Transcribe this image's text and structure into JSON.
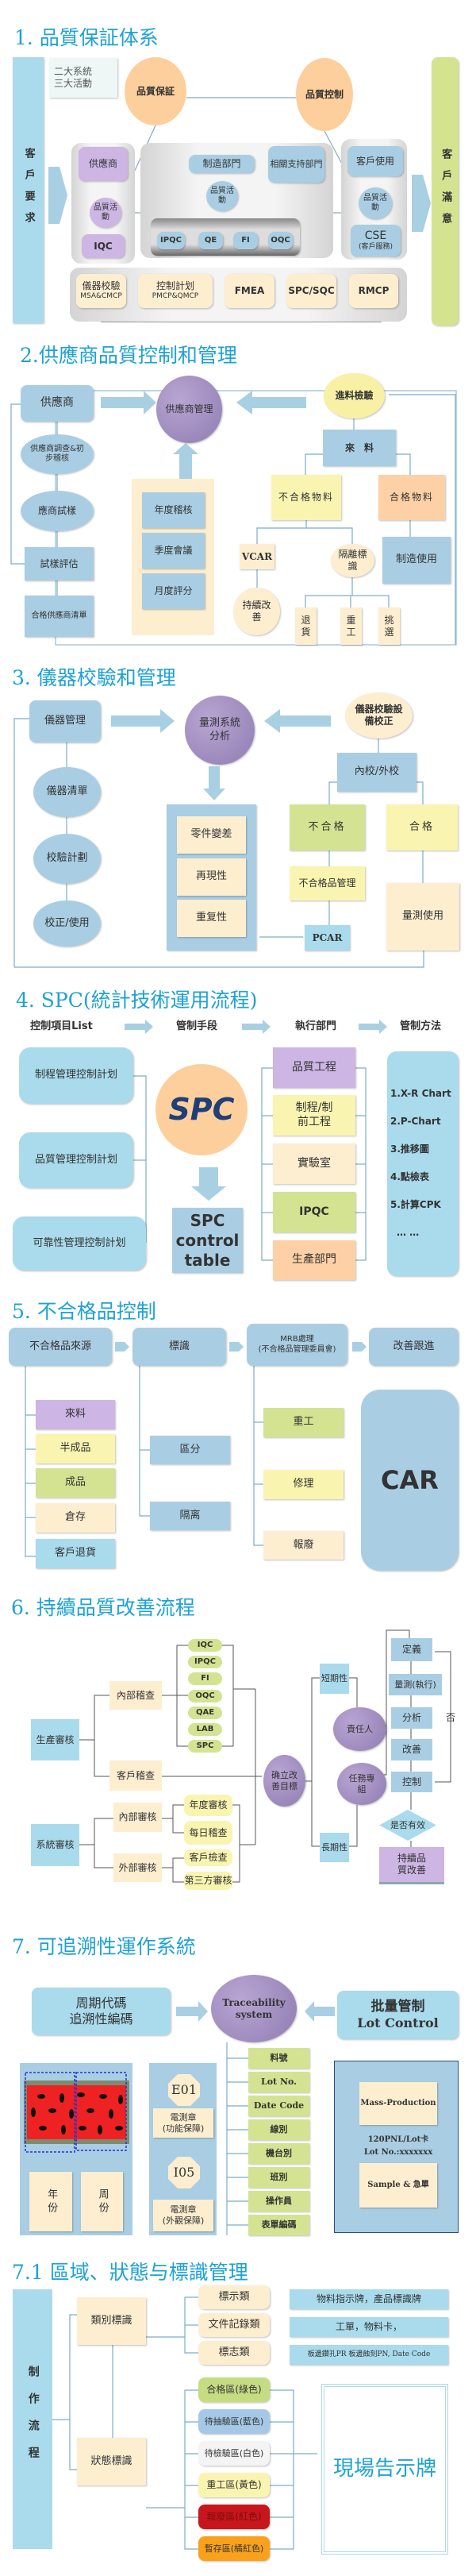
{
  "s1": {
    "title": "1. 品質保証体系",
    "left_bar": "客戶要求",
    "right_bar": "客戶滿意",
    "note": [
      "二大系統",
      "三大活動"
    ],
    "qa": "品質保証",
    "qc": "品質控制",
    "supplier": "供應商",
    "activity": "品質活動",
    "iqc": "IQC",
    "mfg": "制造部門",
    "support": "相關支持部門",
    "ipqc": "IPQC",
    "qe": "QE",
    "fi": "FI",
    "oqc": "OQC",
    "cust_use": "客戶使用",
    "cse": "CSE",
    "cse_sub": "(客戶服務)",
    "tools": [
      {
        "main": "儀器校驗",
        "sub": "MSA&CMCP"
      },
      {
        "main": "控制計划",
        "sub": "PMCP&QMCP"
      },
      {
        "main": "FMEA",
        "sub": ""
      },
      {
        "main": "SPC/SQC",
        "sub": ""
      },
      {
        "main": "RMCP",
        "sub": ""
      }
    ]
  },
  "s2": {
    "title": "2.供應商品質控制和管理",
    "supplier": "供應商",
    "survey": "供應商調查&初步稽核",
    "trial": "應商試樣",
    "eval": "試樣評估",
    "qualified_list": "合格供應商清單",
    "mgmt": "供應商管理",
    "audits": [
      "年度稽核",
      "季度會議",
      "月度評分"
    ],
    "incoming": "進料檢驗",
    "material": "來　料",
    "ng": "不合格物料",
    "ok": "合格物料",
    "vcar": "VCAR",
    "isolate": "隔離標識",
    "mfg_use": "制造使用",
    "improve": "持續改善",
    "actions": [
      "退貨",
      "重工",
      "挑選"
    ]
  },
  "s3": {
    "title": "3.  儀器校驗和管理",
    "inst_mgmt": "儀器管理",
    "msa": "量測系統分析",
    "calib": "儀器校驗設備校正",
    "steps": [
      "儀器清單",
      "校驗計劃",
      "校正/使用"
    ],
    "factors": [
      "零件變差",
      "再現性",
      "重复性"
    ],
    "inout": "內校/外校",
    "ng": "不合格",
    "ok": "合格",
    "ng_mgmt": "不合格品管理",
    "pcar": "PCAR",
    "use": "量測使用"
  },
  "s4": {
    "title": "4. SPC(統計技術運用流程)",
    "headers": [
      "控制項目List",
      "管制手段",
      "執行部門",
      "管制方法"
    ],
    "plans": [
      "制程管理控制計划",
      "品質管理控制計划",
      "可靠性管理控制計划"
    ],
    "spc": "SPC",
    "spc_table": "SPC control table",
    "depts": [
      "品質工程",
      "制程/制前工程",
      "實驗室",
      "IPQC",
      "生產部門"
    ],
    "methods": [
      "1.X-R Chart",
      "2.P-Chart",
      "3.推移圖",
      "4.點檢表",
      "5.計算CPK",
      "… …"
    ]
  },
  "s5": {
    "title": "5. 不合格品控制",
    "headers": [
      "不合格品來源",
      "標識",
      "MRB處理\n(不合格品管理委員會)",
      "改善跟進"
    ],
    "sources": [
      "來料",
      "半成品",
      "成品",
      "倉存",
      "客戶退貨"
    ],
    "marks": [
      "區分",
      "隔离"
    ],
    "mrb": [
      "重工",
      "修理",
      "報廢"
    ],
    "car": "CAR"
  },
  "s6": {
    "title": "6. 持續品質改善流程",
    "prod_audit": "生產審核",
    "sys_audit": "系統審核",
    "internal_check": "內部稽查",
    "customer_check": "客戶稽查",
    "internal_audit": "內部審核",
    "external_audit": "外部審核",
    "qc_items": [
      "IQC",
      "IPQC",
      "FI",
      "OQC",
      "QAE",
      "LAB",
      "SPC"
    ],
    "audit_items": [
      "年度審核",
      "每日稽查",
      "客戶檢查",
      "第三方審核"
    ],
    "target": "确立改善目標",
    "short": "短期性",
    "long": "長期性",
    "owner": "責任人",
    "team": "任務專組",
    "cycle": [
      "定義",
      "量測(執行)",
      "分析",
      "改善",
      "控制"
    ],
    "no": "否",
    "effective": "是否有效",
    "continuous": "持續品質改善"
  },
  "s7": {
    "title": "7. 可追溯性運作系統",
    "period": "周期代碼\n追溯性編碼",
    "trace": "Traceability system",
    "lot_title": "批量管制",
    "lot_sub": "Lot Control",
    "year": "年份",
    "week": "周份",
    "e01": "E01",
    "e01_desc": "電測章\n(功能保障)",
    "i05": "I05",
    "i05_desc": "電測章\n(外觀保障)",
    "fields": [
      "料號",
      "Lot No.",
      "Date Code",
      "線別",
      "機台別",
      "班別",
      "操作員",
      "表單編碼"
    ],
    "mass": "Mass-Production",
    "lot_card": "120PNL/Lot卡",
    "lot_no": "Lot No.:xxxxxxx",
    "sample": "Sample & 急單"
  },
  "s71": {
    "title": "7.1  區域、狀態与標識管理",
    "flow": "制作流程",
    "category": "類別標識",
    "status": "狀態標識",
    "types": [
      "標示類",
      "文件記錄類",
      "標志類"
    ],
    "type_desc": [
      "物料指示牌，產品標識牌",
      "工單，物料卡，",
      "板邊鑽孔PR  板邊蝕刻PN, Date Code"
    ],
    "zones": [
      "合格區(綠色)",
      "待抽驗區(藍色)",
      "待檢驗區(白色)",
      "重工區(黃色)",
      "報廢區(紅色)",
      "暫存區(橘紅色)"
    ],
    "board": "現場告示牌"
  },
  "colors": {
    "title": "#1ea2d4",
    "blue": "#a9cee3",
    "purple": "#cdb5e4",
    "yellow": "#f9f5b1",
    "green": "#d4e391",
    "red": "#c8161d",
    "orange": "#f9a11b"
  }
}
